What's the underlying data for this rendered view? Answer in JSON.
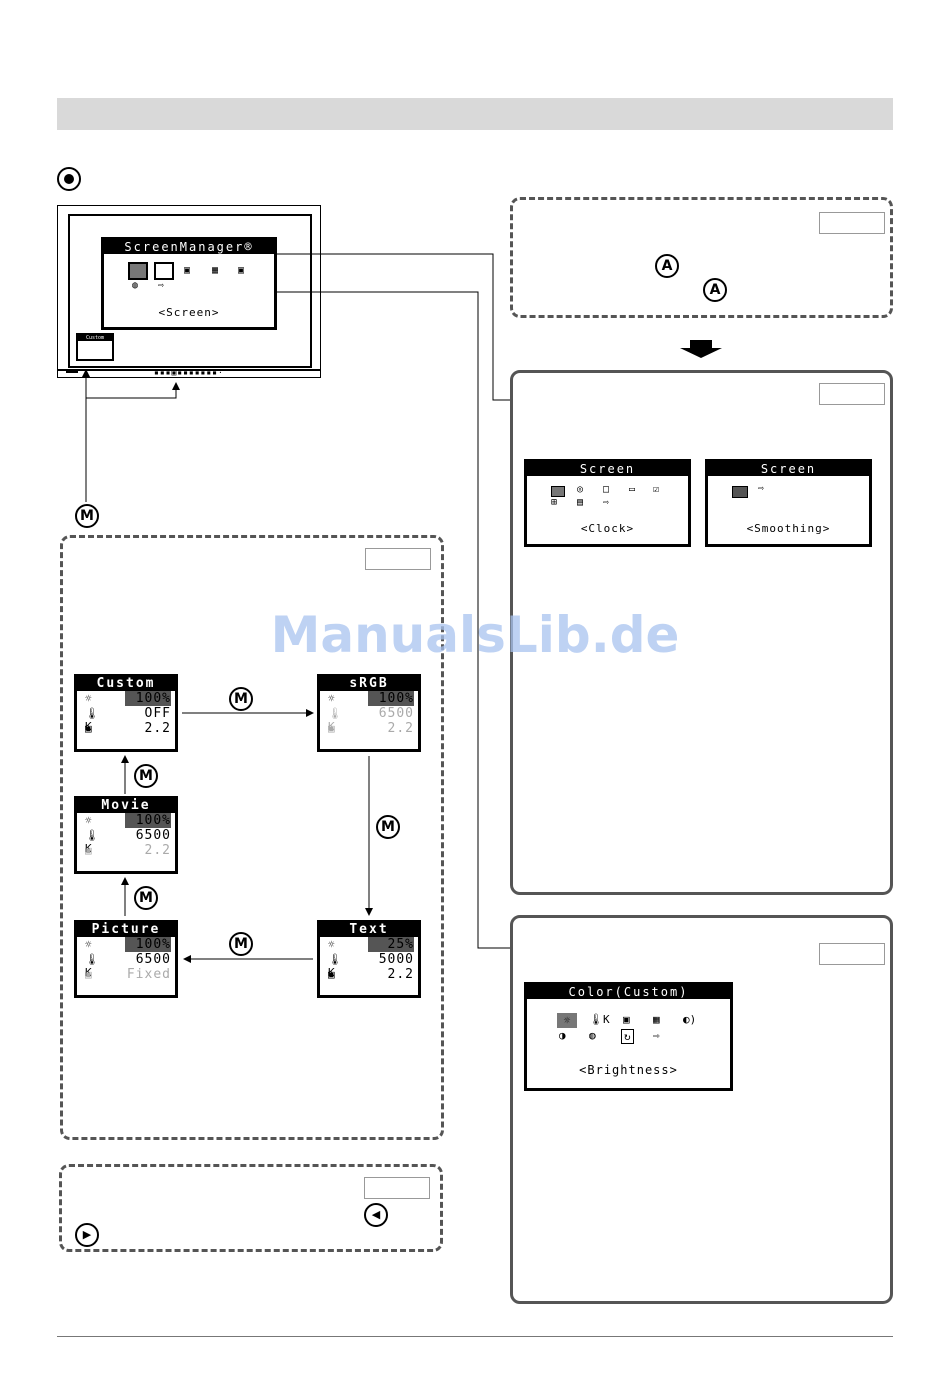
{
  "watermark": "ManualsLib.de",
  "monitor": {
    "screenmanager_title": "ScreenManager®",
    "screenmanager_caption": "<Screen>",
    "mini_osd_title": "Custom"
  },
  "screen_osd_clock": {
    "title": "Screen",
    "caption": "<Clock>"
  },
  "screen_osd_smoothing": {
    "title": "Screen",
    "caption": "<Smoothing>"
  },
  "color_osd": {
    "title": "Color(Custom)",
    "caption": "<Brightness>"
  },
  "button_labels": {
    "mode": "M",
    "auto": "A",
    "left": "◀",
    "right": "▶"
  },
  "modes": {
    "custom": {
      "title": "Custom",
      "brightness": "100%",
      "temperature": "OFF",
      "gamma": "2.2"
    },
    "srgb": {
      "title": "sRGB",
      "brightness": "100%",
      "temperature": "6500",
      "gamma": "2.2"
    },
    "movie": {
      "title": "Movie",
      "brightness": "100%",
      "temperature": "6500",
      "gamma": "2.2"
    },
    "text": {
      "title": "Text",
      "brightness": "25%",
      "temperature": "5000",
      "gamma": "2.2"
    },
    "picture": {
      "title": "Picture",
      "brightness": "100%",
      "temperature": "6500",
      "gamma": "Fixed"
    }
  },
  "icons": {
    "brightness": "☼",
    "temperature": "🌡K",
    "gamma": "▣"
  }
}
